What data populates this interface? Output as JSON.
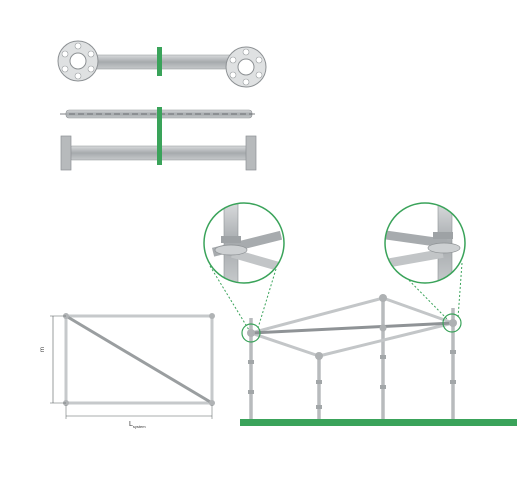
{
  "colors": {
    "accent": "#3aa35a",
    "steel": "#a9adb0",
    "steel_dark": "#7e8386",
    "steel_light": "#cfd2d4",
    "line": "#8a8e91"
  },
  "dimension_labels": {
    "height": "m",
    "length": "L",
    "length_subscript": "system"
  },
  "icons": {
    "rosette": "rosette-coupler-icon",
    "detail": "magnified-node-icon"
  }
}
